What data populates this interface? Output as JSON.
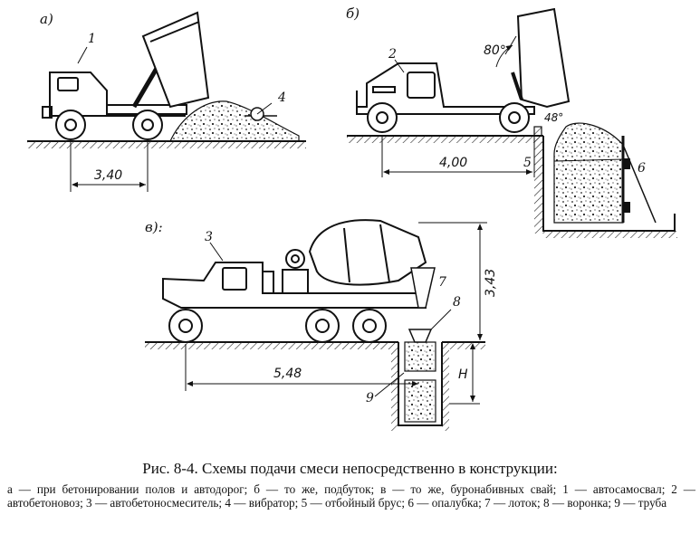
{
  "panels": {
    "a": {
      "label": "а)",
      "dimension": "3,40",
      "marks": [
        "1",
        "4"
      ]
    },
    "b": {
      "label": "б)",
      "dimension": "4,00",
      "angle_top": "80°",
      "angle_bottom": "48°",
      "marks": [
        "2",
        "5",
        "6"
      ]
    },
    "c": {
      "label": "в):",
      "dimension_horizontal": "5,48",
      "dimension_vertical": "3,43",
      "dimension_depth": "H",
      "marks": [
        "3",
        "7",
        "8",
        "9"
      ]
    }
  },
  "caption": "Рис. 8-4. Схемы подачи смеси непосредственно в конструкции:",
  "legend": "а — при бетонировании полов и автодорог; б — то же, подбуток; в — то же, буронабивных свай; 1 — автосамосвал; 2 — автобетоновоз; 3 — автобетоносмеситель; 4 — вибратор; 5 — отбойный брус; 6 — опалубка; 7 — лоток; 8 — воронка; 9 — труба"
}
